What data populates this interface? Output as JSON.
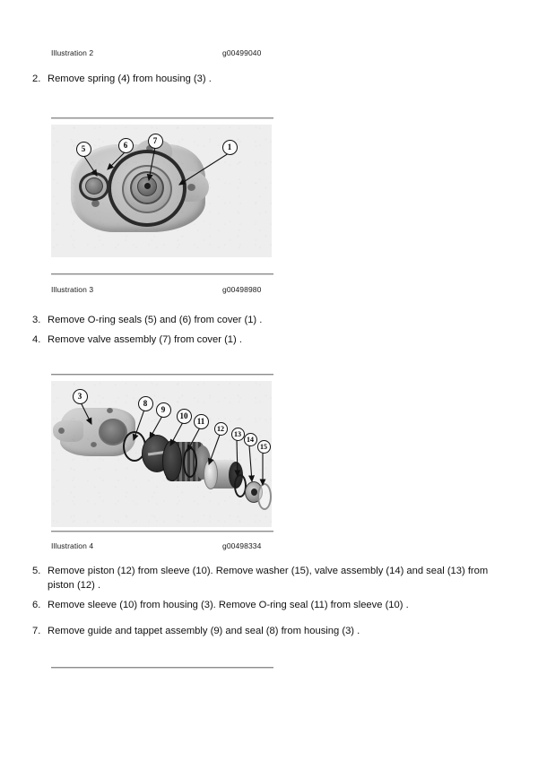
{
  "document": {
    "type": "service-manual-disassembly-procedure",
    "page_background": "#ffffff"
  },
  "figures": [
    {
      "id": "illustration-2",
      "caption_label": "Illustration 2",
      "graphic_number": "g00499040",
      "callouts": []
    },
    {
      "id": "illustration-3",
      "caption_label": "Illustration 3",
      "graphic_number": "g00498980",
      "description": "Valve cover assembly viewed from mounting face",
      "callouts": [
        "5",
        "6",
        "7",
        "1"
      ]
    },
    {
      "id": "illustration-4",
      "caption_label": "Illustration 4",
      "graphic_number": "g00498334",
      "description": "Exploded view of housing, seals, guide and tappet assembly, sleeve, piston, valve assembly and washer",
      "callouts": [
        "3",
        "8",
        "9",
        "10",
        "11",
        "12",
        "13",
        "14",
        "15"
      ]
    }
  ],
  "steps": [
    {
      "number": "2.",
      "text": "Remove spring (4) from housing (3) ."
    },
    {
      "number": "3.",
      "text": "Remove O-ring seals (5) and (6) from cover (1) ."
    },
    {
      "number": "4.",
      "text": "Remove valve assembly (7) from cover (1) ."
    },
    {
      "number": "5.",
      "text": "Remove piston (12) from sleeve (10). Remove washer (15), valve assembly (14) and seal (13) from piston (12) ."
    },
    {
      "number": "6.",
      "text": "Remove sleeve (10) from housing (3). Remove O-ring seal (11) from sleeve (10) ."
    },
    {
      "number": "7.",
      "text": "Remove guide and tappet assembly (9) and seal (8) from housing (3) ."
    }
  ],
  "colors": {
    "text": "#111111",
    "caption": "#1a1a1a",
    "rule": "#8d8d8d",
    "photo_background": "#eeeeee",
    "callout_outline": "#111111"
  }
}
